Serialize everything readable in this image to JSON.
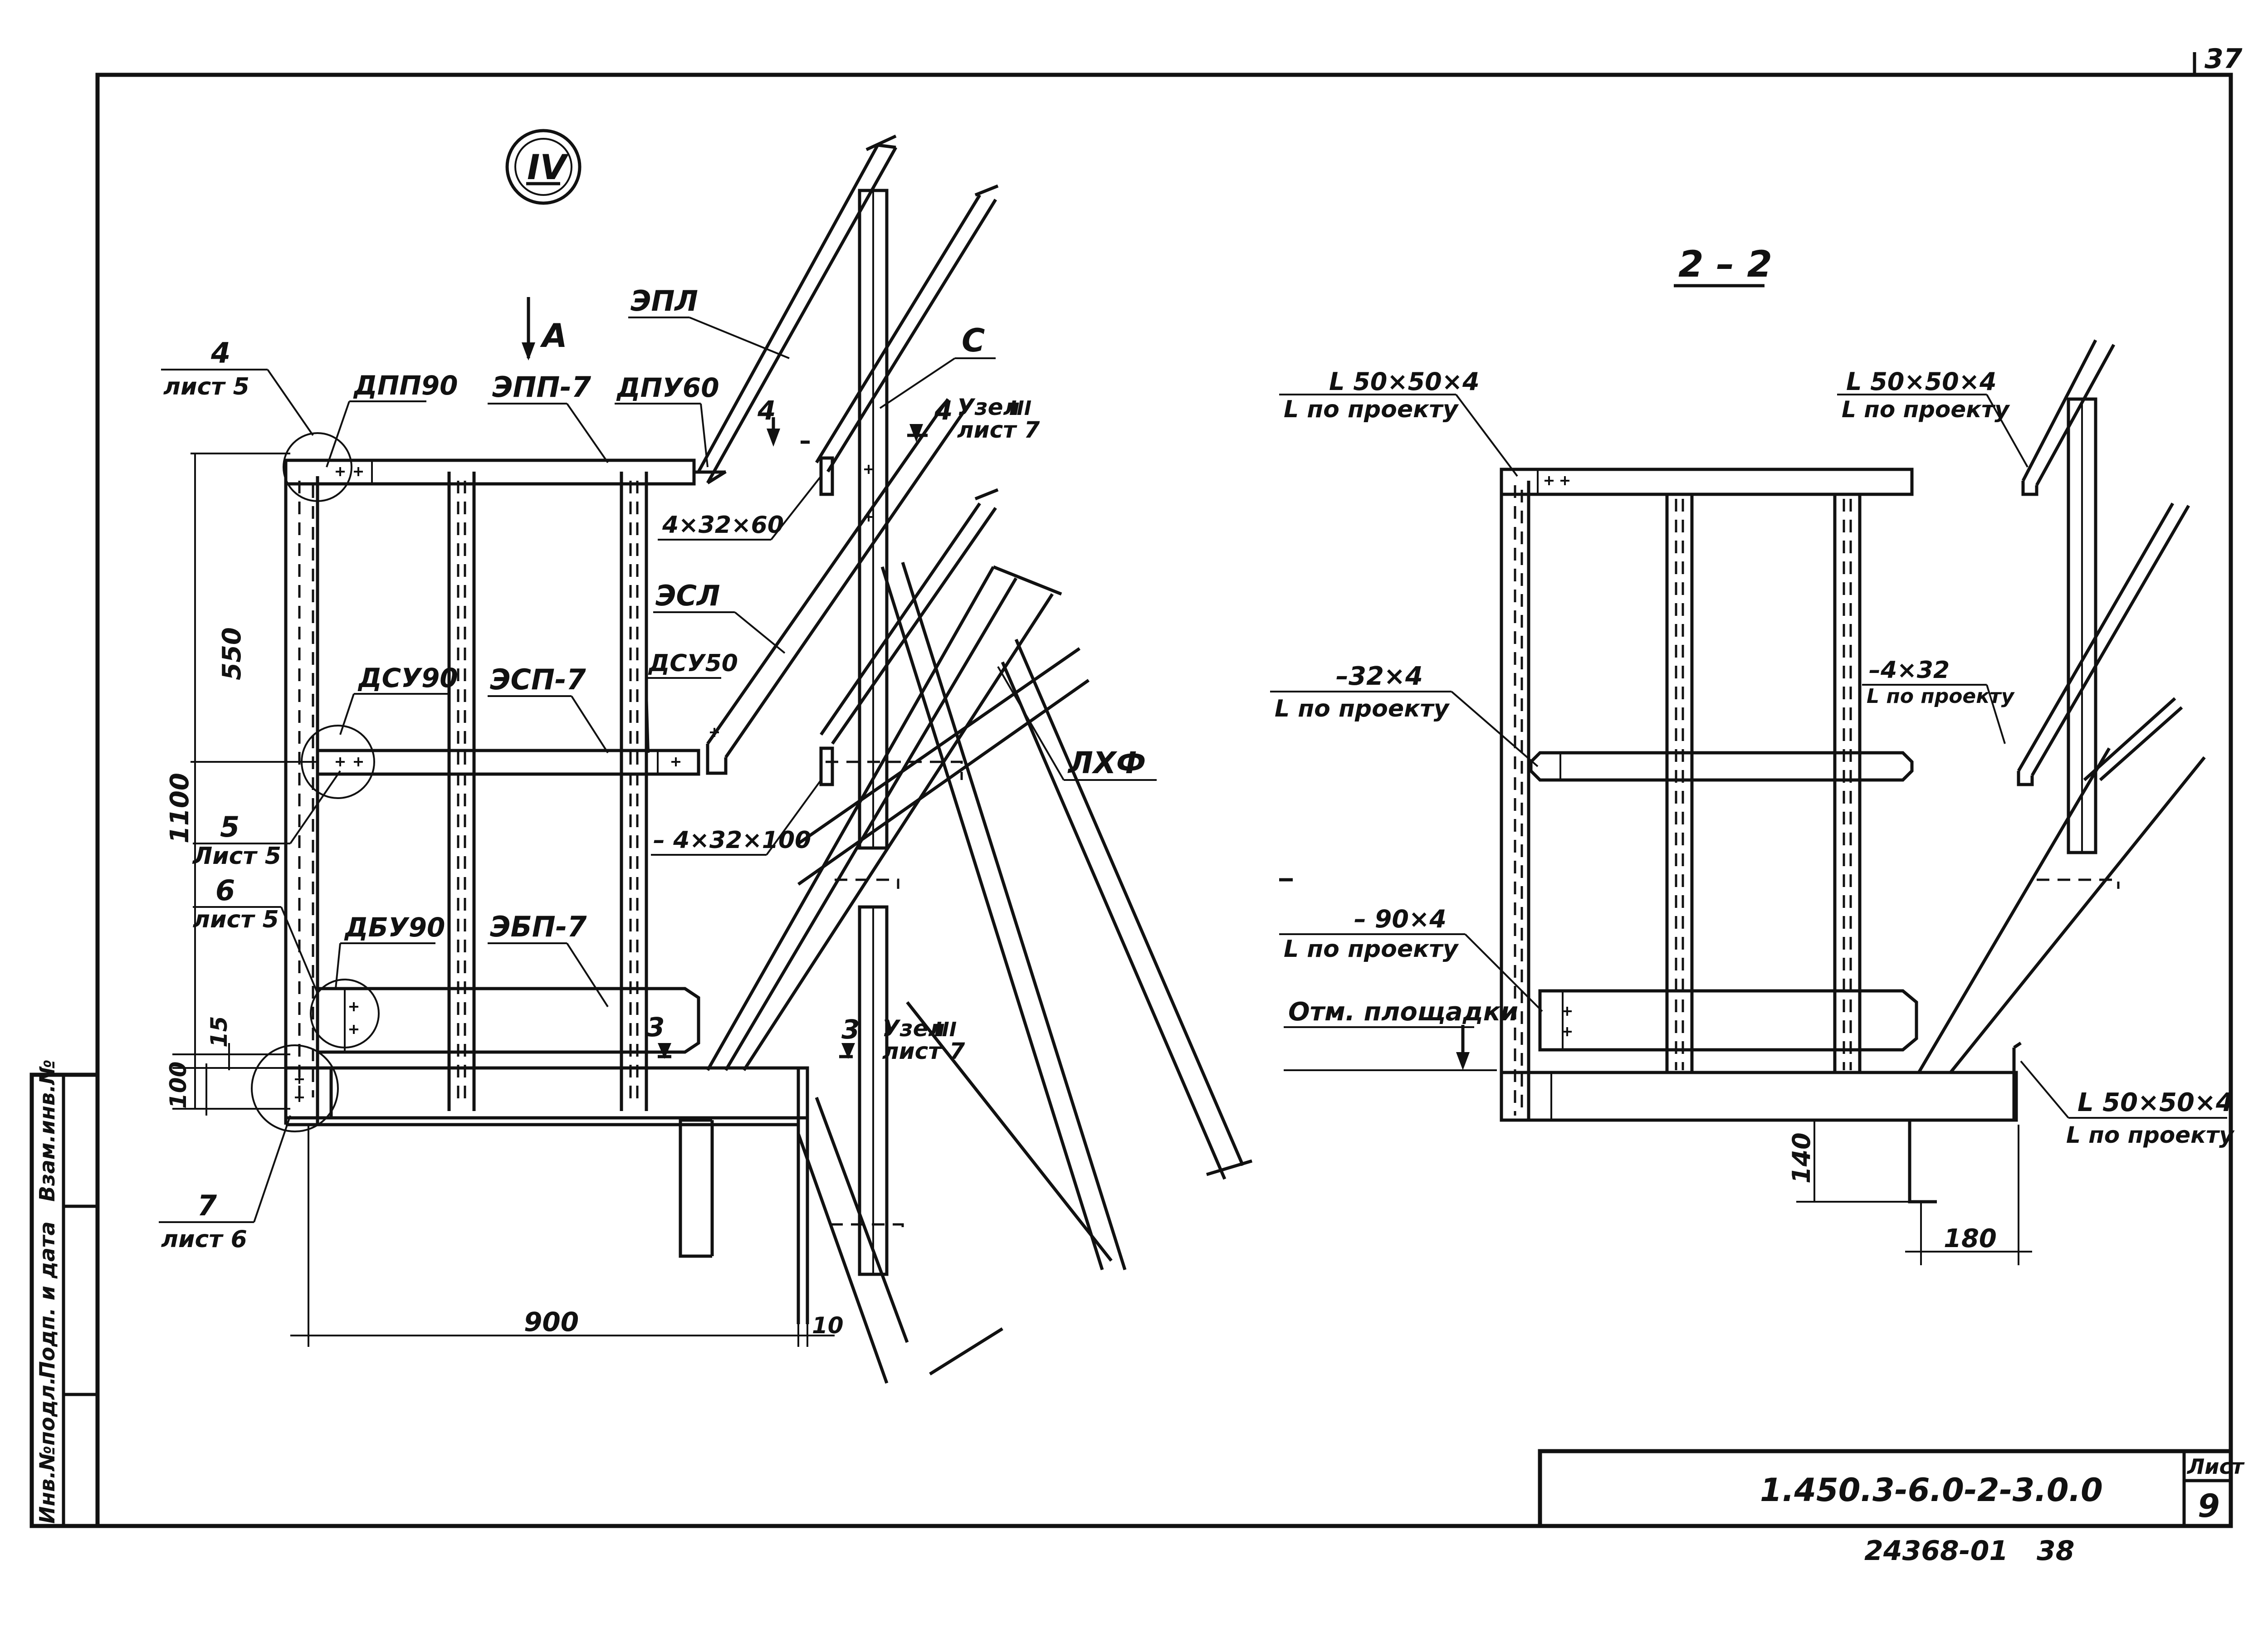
{
  "sheet": {
    "corner_mark": "37",
    "doc_code": "1.450.3-6.0-2-3.0.0",
    "sheet_label": "Лист",
    "sheet_number": "9",
    "archive_number": "24368-01",
    "archive_page": "38"
  },
  "side_stamp": {
    "col1": "Инв.№подл.",
    "col2": "Подп. и дата",
    "col3": "Взам.инв.№"
  },
  "view_iv": {
    "node_mark": "IV",
    "arrow_a": "А",
    "labels": {
      "epl": "ЭПЛ",
      "c": "С",
      "dpp90": "ДПП90",
      "epp7": "ЭПП-7",
      "dpu60": "ДПУ60",
      "cut4": "4",
      "uzel_top": "Узел",
      "uzel_top_num": "III",
      "uzel_top_sheet": "лист 7",
      "plate_4x32x60": "4×32×60",
      "esl": "ЭСЛ",
      "dsu90": "ДСУ90",
      "esp7": "ЭСП-7",
      "dsu50": "ДСУ50",
      "lhf": "ЛХФ",
      "plate_4x32x100": "– 4×32×100",
      "dbu90": "ДБУ90",
      "ebp7": "ЭБП-7",
      "cut3": "3",
      "uzel_bot": "Узел",
      "uzel_bot_num": "III",
      "uzel_bot_sheet": "лист 7"
    },
    "refs": [
      {
        "num": "4",
        "sheet": "лист 5"
      },
      {
        "num": "5",
        "sheet": "Лист 5"
      },
      {
        "num": "6",
        "sheet": "лист 5"
      },
      {
        "num": "7",
        "sheet": "лист 6"
      }
    ],
    "dims": {
      "d550": "550",
      "d1100": "1100",
      "d15": "15",
      "d100": "100",
      "d900": "900",
      "d10": "10"
    }
  },
  "section_2_2": {
    "title": "2 – 2",
    "labels": {
      "angle_top_left": "L 50×50×4",
      "angle_top_left_note": "L по проекту",
      "angle_top_right": "L 50×50×4",
      "angle_top_right_note": "L по проекту",
      "strip_32x4": "–32×4",
      "strip_32x4_note": "L по проекту",
      "strip_4x32": "–4×32",
      "strip_4x32_note": "L по проекту",
      "strip_90x4": "– 90×4",
      "strip_90x4_note": "L по проекту",
      "platform_level": "Отм. площадки",
      "angle_bottom": "L 50×50×4",
      "angle_bottom_note": "L по проекту"
    },
    "dims": {
      "d140": "140",
      "d180": "180"
    }
  }
}
